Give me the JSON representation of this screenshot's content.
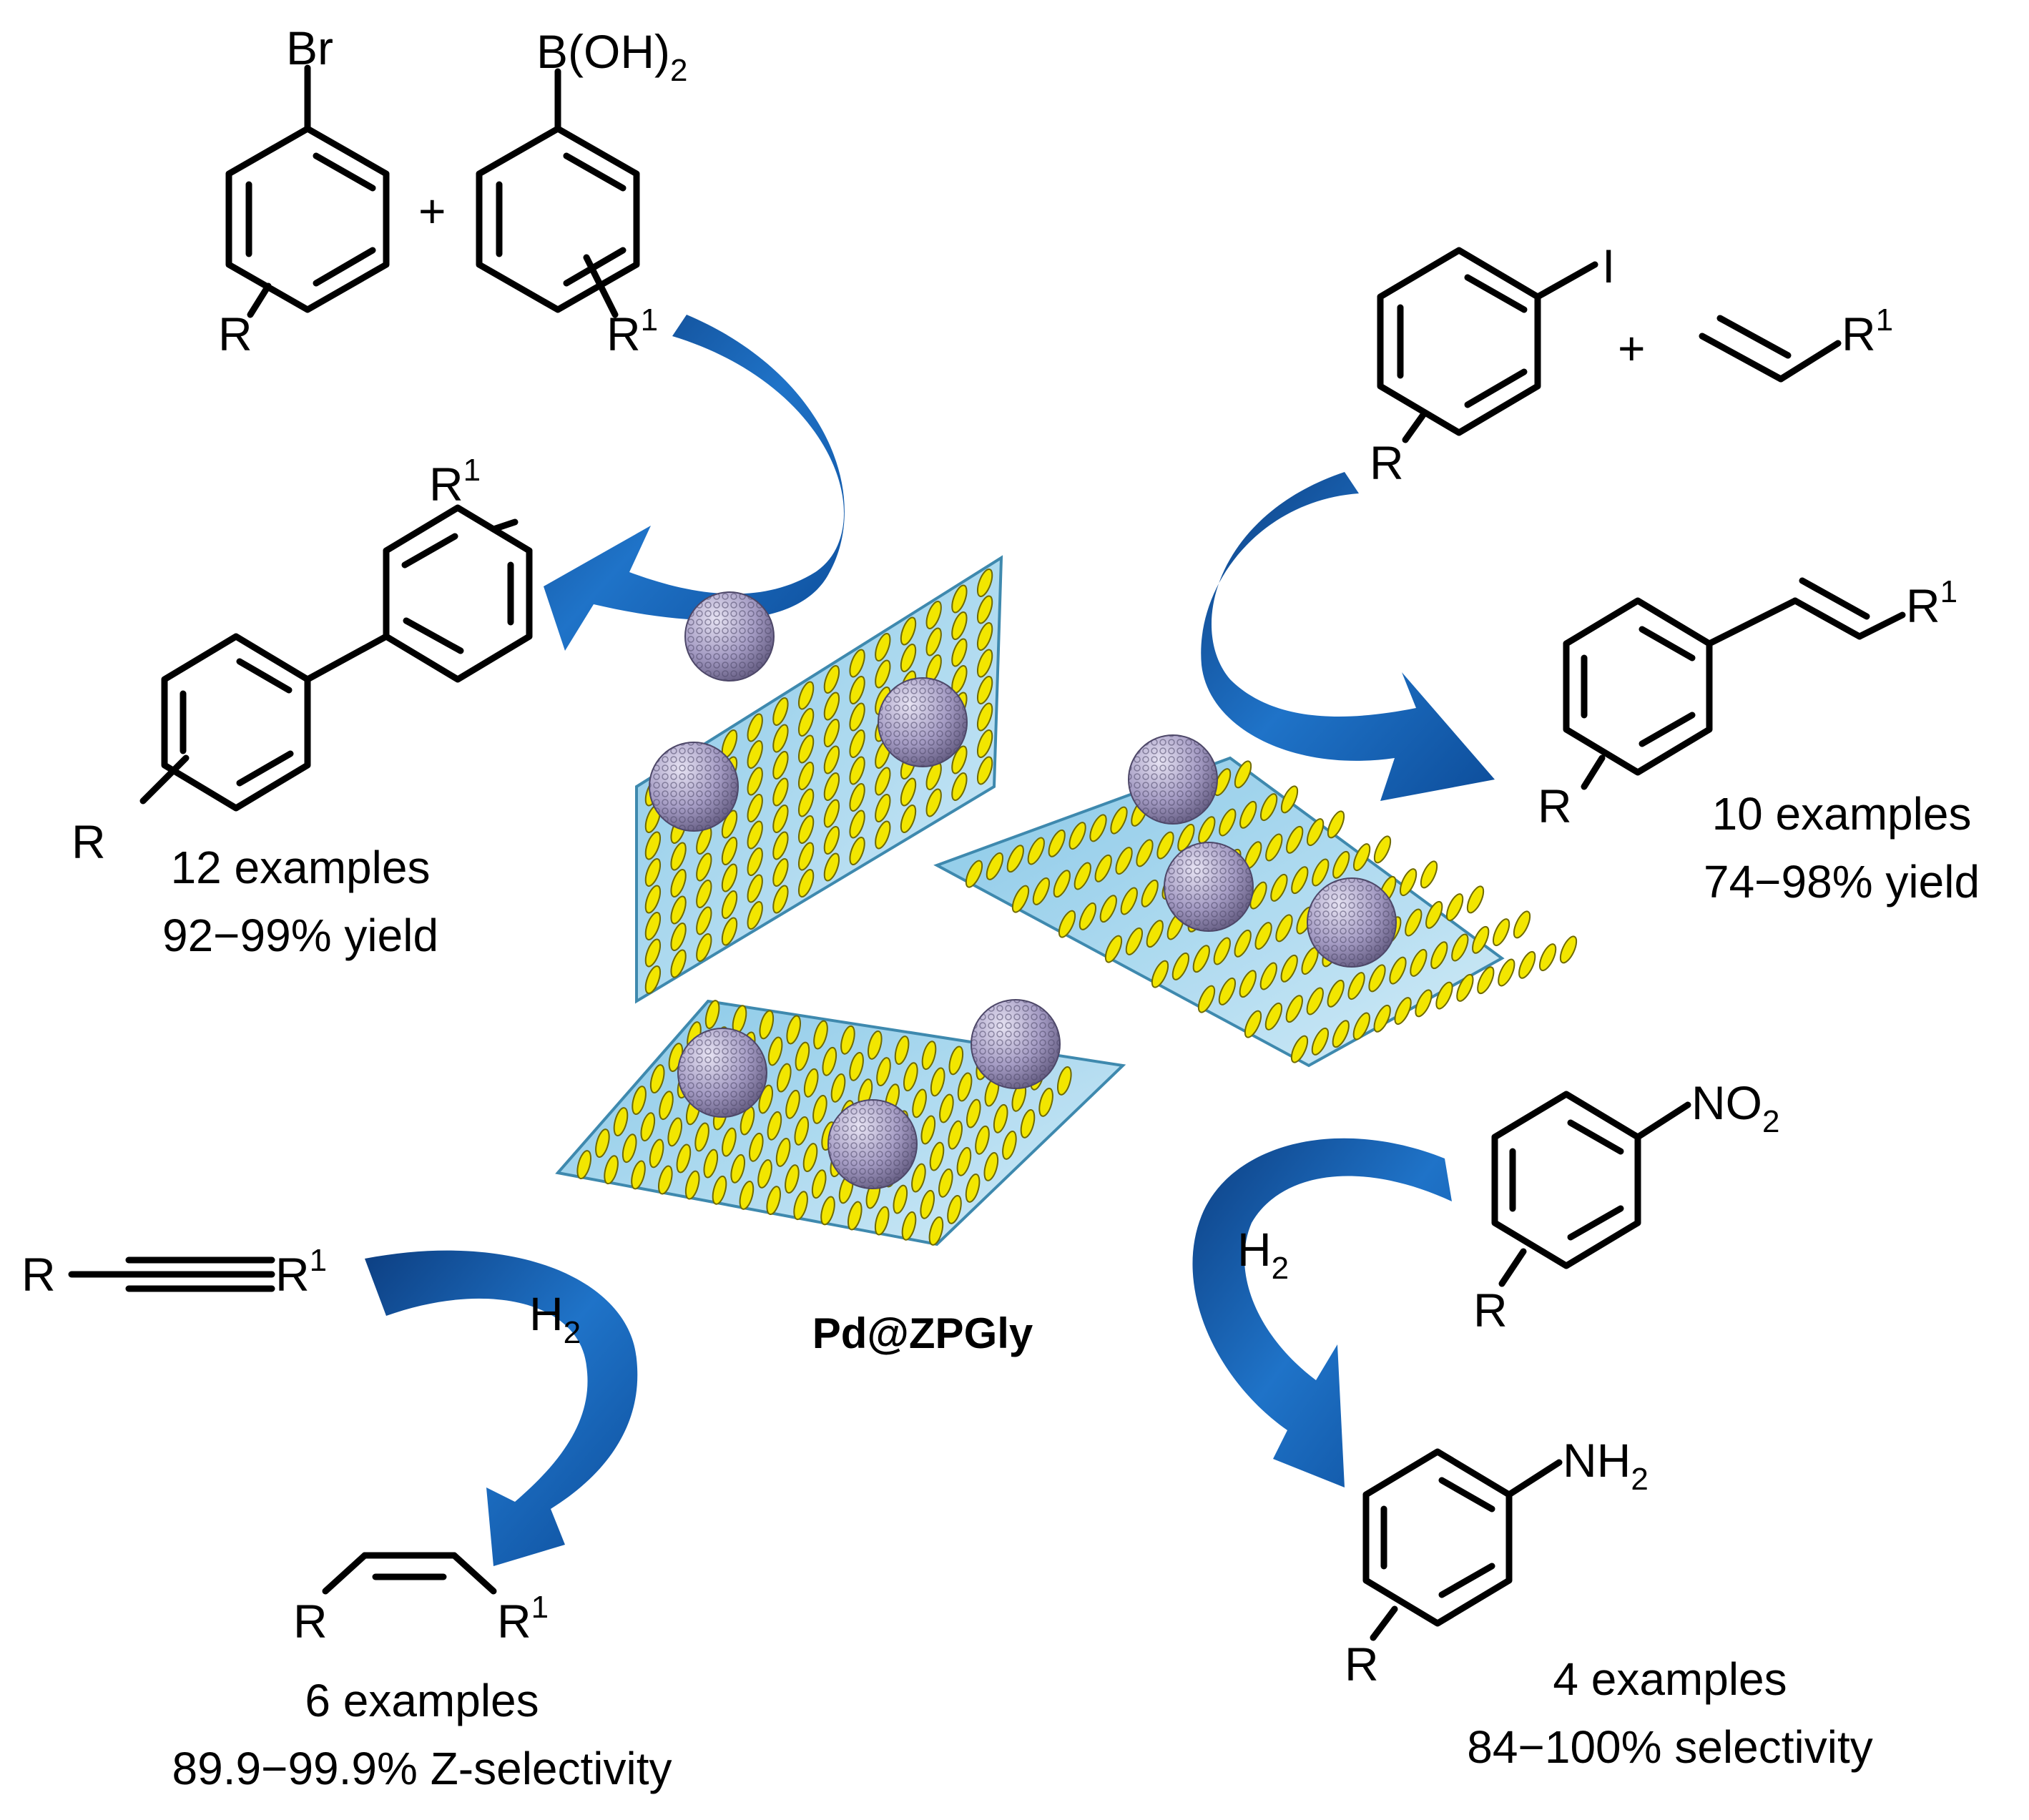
{
  "central": {
    "name": "Pd@ZPGly"
  },
  "suzuki": {
    "reagent1_sub": "Br",
    "reagent2_sub": "B(OH)",
    "reagent2_sub_index": "2",
    "plus": "+",
    "r": "R",
    "r1": "R",
    "r1_sup": "1",
    "product_r": "R",
    "product_r1": "R",
    "product_r1_sup": "1",
    "examples": "12 examples",
    "yield": "92−99% yield"
  },
  "heck": {
    "reagent1_sub": "I",
    "plus": "+",
    "r": "R",
    "r1": "R",
    "r1_sup": "1",
    "product_r": "R",
    "product_r1": "R",
    "product_r1_sup": "1",
    "examples": "10 examples",
    "yield": "74−98% yield"
  },
  "alkyne": {
    "r": "R",
    "r1": "R",
    "r1_sup": "1",
    "h2": "H",
    "h2_sub": "2",
    "product_r": "R",
    "product_r1": "R",
    "product_r1_sup": "1",
    "examples": "6 examples",
    "selectivity": "89.9−99.9% Z-selectivity"
  },
  "nitro": {
    "sub": "NO",
    "sub_index": "2",
    "r": "R",
    "h2": "H",
    "h2_sub": "2",
    "product_sub": "NH",
    "product_sub_index": "2",
    "product_r": "R",
    "examples": "4 examples",
    "selectivity": "84−100% selectivity"
  },
  "colors": {
    "arrow": "#1565c0",
    "arrow_dark": "#0d3f82",
    "sheet": "#9fd3ec",
    "sheet_edge": "#2e7fa8",
    "ligand": "#f2e600",
    "ligand_edge": "#6f6a00",
    "particle": "#a59cc4"
  }
}
